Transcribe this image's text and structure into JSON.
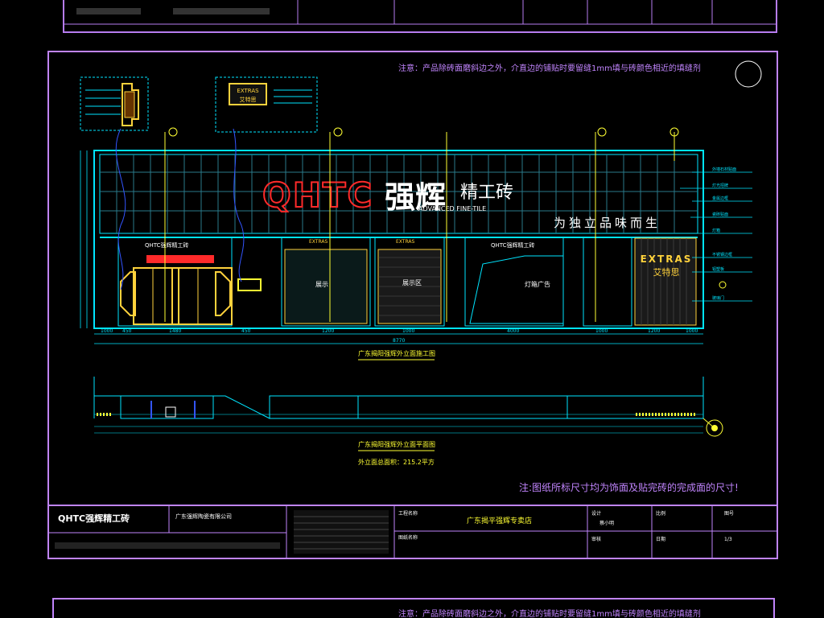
{
  "top_note": "注意：产品除砖面磨斜边之外，介直边的铺贴时要留缝1mm填与砖颜色相近的填缝剂",
  "bottom_note": "注意：产品除砖面磨斜边之外，介直边的铺贴时要留缝1mm填与砖颜色相近的填缝剂",
  "footer_warning": "注:图纸所标尺寸均为饰面及贴完砖的完成面的尺寸!",
  "facade": {
    "logo_latin": "QHTC",
    "logo_cn": "强辉",
    "logo_cn2": "精工砖",
    "logo_sub": "ADVANCED FINE-TILE",
    "slogan": "为独立品味而生",
    "extras_sign": "EXTRAS",
    "extras_cn": "艾特思",
    "small_logo": "QHTC强辉精工砖",
    "panel_extras": "EXTRAS",
    "panel_labels": [
      "展示",
      "展示区",
      "灯箱广告"
    ],
    "total_dim": "8770",
    "bottom_dims": [
      "1000",
      "450",
      "1480",
      "450",
      "1200",
      "1000",
      "4000",
      "1000",
      "1200",
      "1000"
    ]
  },
  "drawing_titles": {
    "elevation": "广东揭阳强辉外立面施工图",
    "plan": "广东揭阳强辉外立面平面图",
    "area": "外立面总面积：215.2平方"
  },
  "title_block": {
    "company_logo": "QHTC强辉精工砖",
    "company": "广东强辉陶瓷有限公司",
    "project_label": "工程名称",
    "drawing_label": "图纸名称",
    "project_name": "广东揭平强辉专卖店",
    "design_label": "设计",
    "designer": "蔡小明",
    "scale_label": "比例",
    "check_label": "审核",
    "date_label": "日期",
    "sheet_label": "图号",
    "sheet_no": "1/3"
  },
  "callouts": [
    "外墙石材贴面",
    "灯光招牌",
    "金属边框",
    "瓷砖贴面",
    "灯箱",
    "不锈钢边框",
    "铝塑板",
    "玻璃门"
  ],
  "colors": {
    "frame": "#c084fc",
    "cyan": "#00e5ff",
    "yellow": "#ffff33",
    "red": "#ff2a2a",
    "white": "#ffffff",
    "gold": "#ffd23c"
  }
}
